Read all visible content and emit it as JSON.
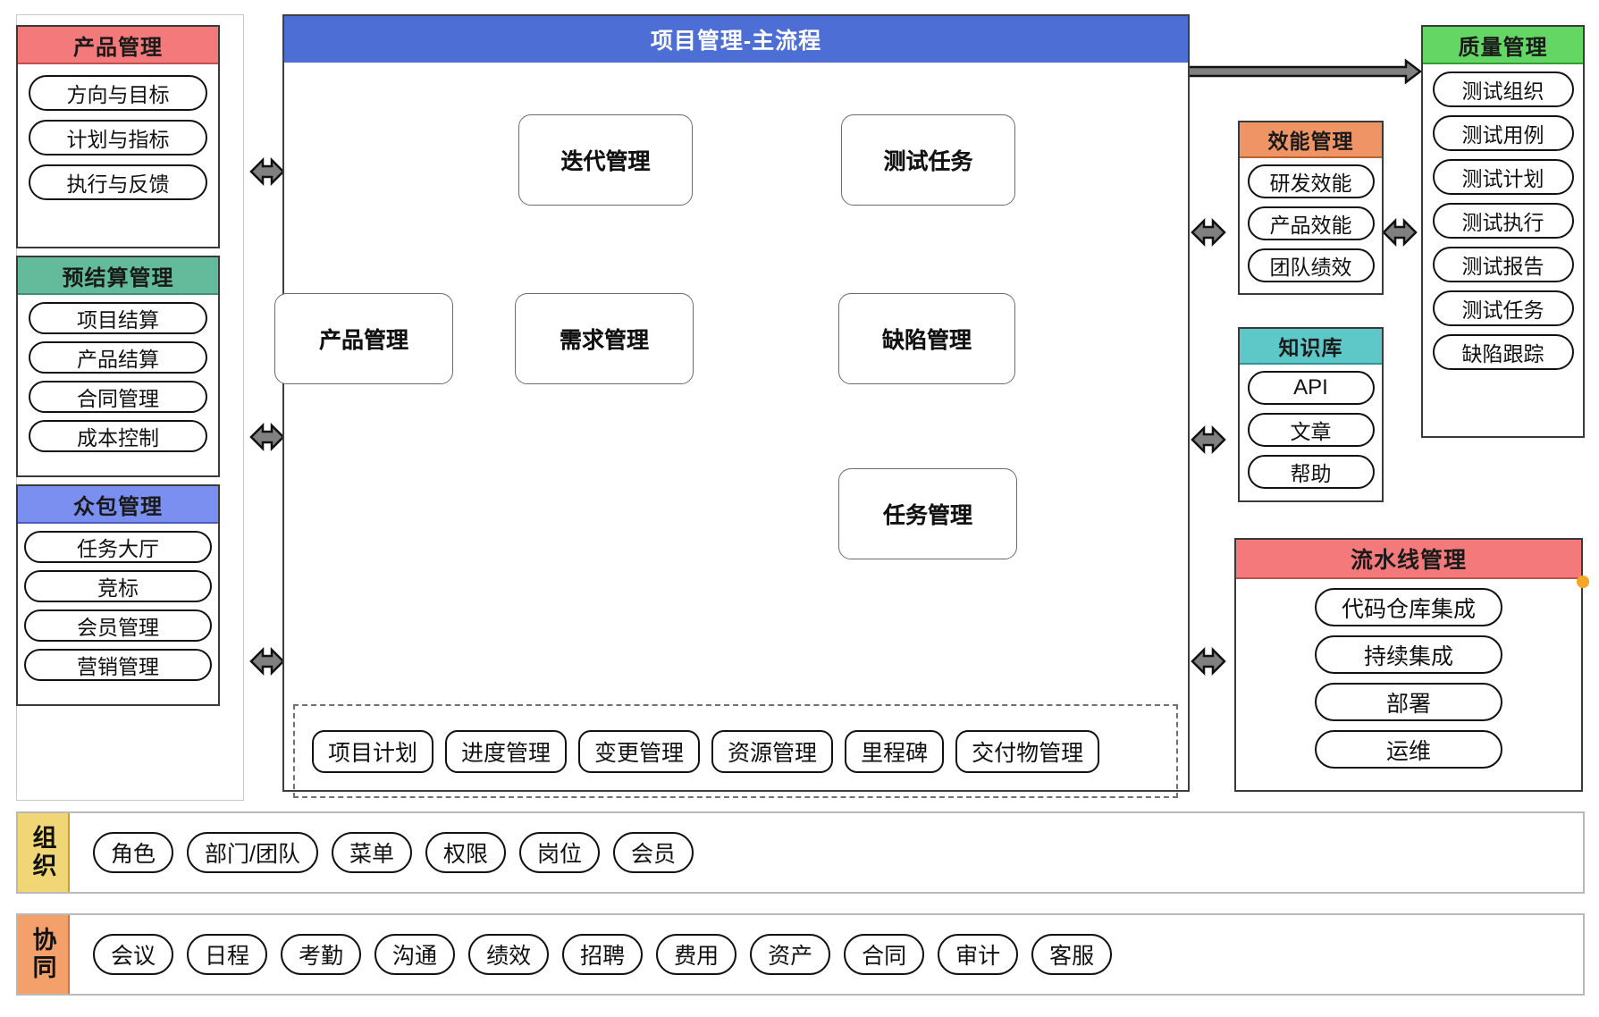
{
  "diagram": {
    "title": "项目管理-主流程",
    "colors": {
      "product": "#f4797a",
      "budget": "#63bb9b",
      "crowdsource": "#7b8ff0",
      "main_header": "#4d6ed4",
      "efficiency": "#ef9565",
      "knowledge": "#5ec8c8",
      "pipeline": "#f4797a",
      "quality": "#63d663",
      "org": "#f0d675",
      "collab": "#f4a06a",
      "marker_dot": "#f5a623"
    }
  },
  "left_column": [
    {
      "title": "产品管理",
      "items": [
        "方向与目标",
        "计划与指标",
        "执行与反馈"
      ]
    },
    {
      "title": "预结算管理",
      "items": [
        "项目结算",
        "产品结算",
        "合同管理",
        "成本控制"
      ]
    },
    {
      "title": "众包管理",
      "items": [
        "任务大厅",
        "竞标",
        "会员管理",
        "营销管理"
      ]
    }
  ],
  "main_flow": {
    "title": "项目管理-主流程",
    "nodes": {
      "iteration": "迭代管理",
      "test_task": "测试任务",
      "product": "产品管理",
      "requirement": "需求管理",
      "defect": "缺陷管理",
      "task": "任务管理"
    },
    "sub_items": [
      "项目计划",
      "进度管理",
      "变更管理",
      "资源管理",
      "里程碑",
      "交付物管理"
    ]
  },
  "right_column": [
    {
      "title": "效能管理",
      "items": [
        "研发效能",
        "产品效能",
        "团队绩效"
      ]
    },
    {
      "title": "知识库",
      "items": [
        "API",
        "文章",
        "帮助"
      ]
    },
    {
      "title": "流水线管理",
      "items": [
        "代码仓库集成",
        "持续集成",
        "部署",
        "运维"
      ]
    }
  ],
  "quality_panel": {
    "title": "质量管理",
    "items": [
      "测试组织",
      "测试用例",
      "测试计划",
      "测试执行",
      "测试报告",
      "测试任务",
      "缺陷跟踪"
    ]
  },
  "bottom_bars": [
    {
      "label": "组织",
      "items": [
        "角色",
        "部门/团队",
        "菜单",
        "权限",
        "岗位",
        "会员"
      ]
    },
    {
      "label": "协同",
      "items": [
        "会议",
        "日程",
        "考勤",
        "沟通",
        "绩效",
        "招聘",
        "费用",
        "资产",
        "合同",
        "审计",
        "客服"
      ]
    }
  ]
}
